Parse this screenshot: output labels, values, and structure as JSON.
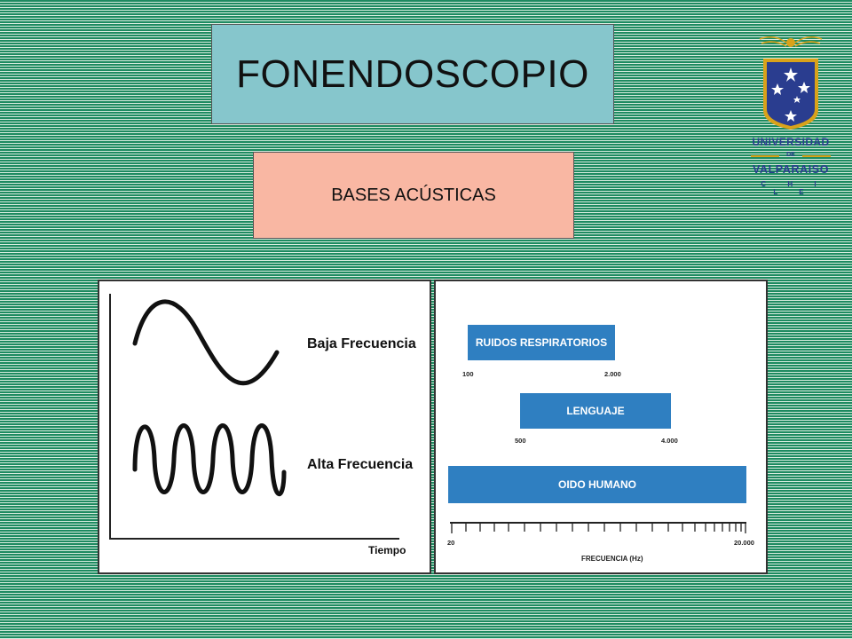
{
  "slide": {
    "title": "FONENDOSCOPIO",
    "subtitle": "BASES ACÚSTICAS"
  },
  "logo": {
    "line1": "UNIVERSIDAD",
    "line2": "DE",
    "line3": "VALPARAISO",
    "line4": "C H I L E",
    "colors": {
      "shield": "#2a3d8f",
      "border": "#d9a21a"
    }
  },
  "left_figure": {
    "label_low": "Baja Frecuencia",
    "label_high": "Alta Frecuencia",
    "axis_label": "Tiempo"
  },
  "right_figure": {
    "bars": [
      {
        "label": "RUIDOS RESPIRATORIOS",
        "min": "100",
        "max": "2.000"
      },
      {
        "label": "LENGUAJE",
        "min": "500",
        "max": "4.000"
      },
      {
        "label": "OIDO HUMANO"
      }
    ],
    "scale_min": "20",
    "scale_max": "20.000",
    "axis_label": "FRECUENCIA  (Hz)",
    "bar_color": "#2f7fc1"
  }
}
